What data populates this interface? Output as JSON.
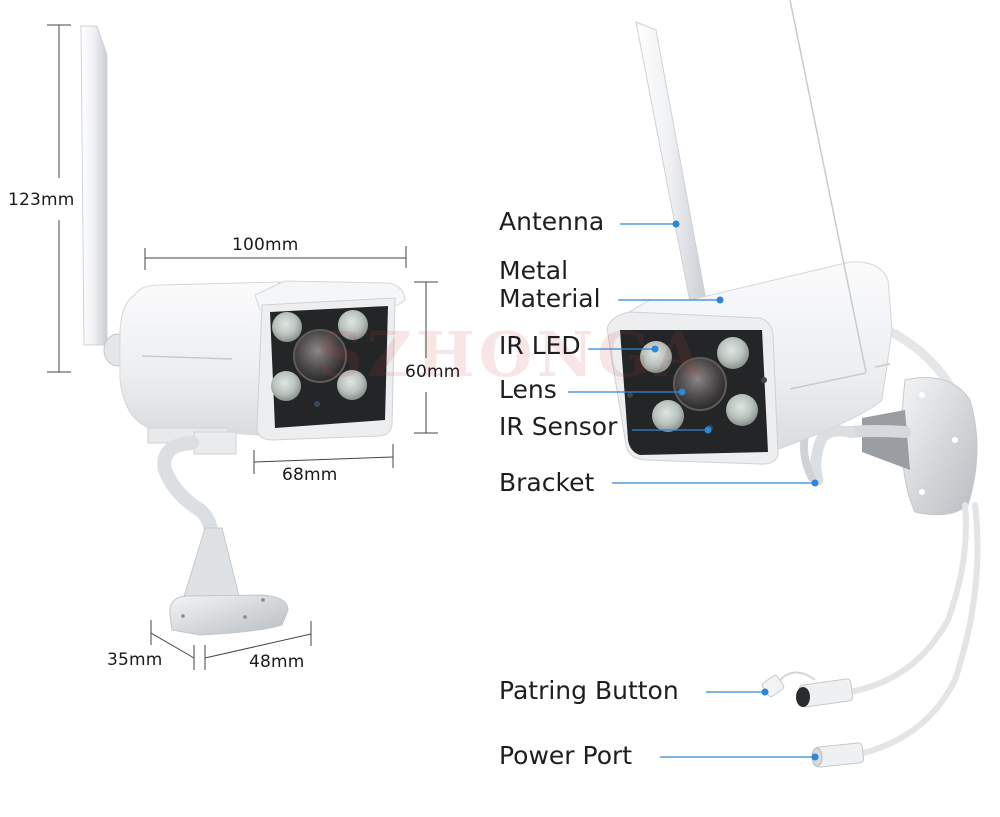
{
  "colors": {
    "callout_line": "#2f86d6",
    "callout_dot": "#2f86d6",
    "dimension_line": "#444444",
    "text": "#1e1e1e",
    "camera_body": "#f1f2f4",
    "camera_face": "#222426"
  },
  "dimensions": {
    "antenna_height": "123mm",
    "body_length": "100mm",
    "body_height": "60mm",
    "front_width": "68mm",
    "base_depth": "35mm",
    "base_width": "48mm"
  },
  "callouts": [
    {
      "label": "Antenna"
    },
    {
      "label": "Metal\nMaterial",
      "line1": "Metal",
      "line2": "Material"
    },
    {
      "label": "IR LED"
    },
    {
      "label": "Lens"
    },
    {
      "label": "IR Sensor"
    },
    {
      "label": "Bracket"
    },
    {
      "label": "Patring Button"
    },
    {
      "label": "Power Port"
    }
  ],
  "watermark": "SZHONGA"
}
